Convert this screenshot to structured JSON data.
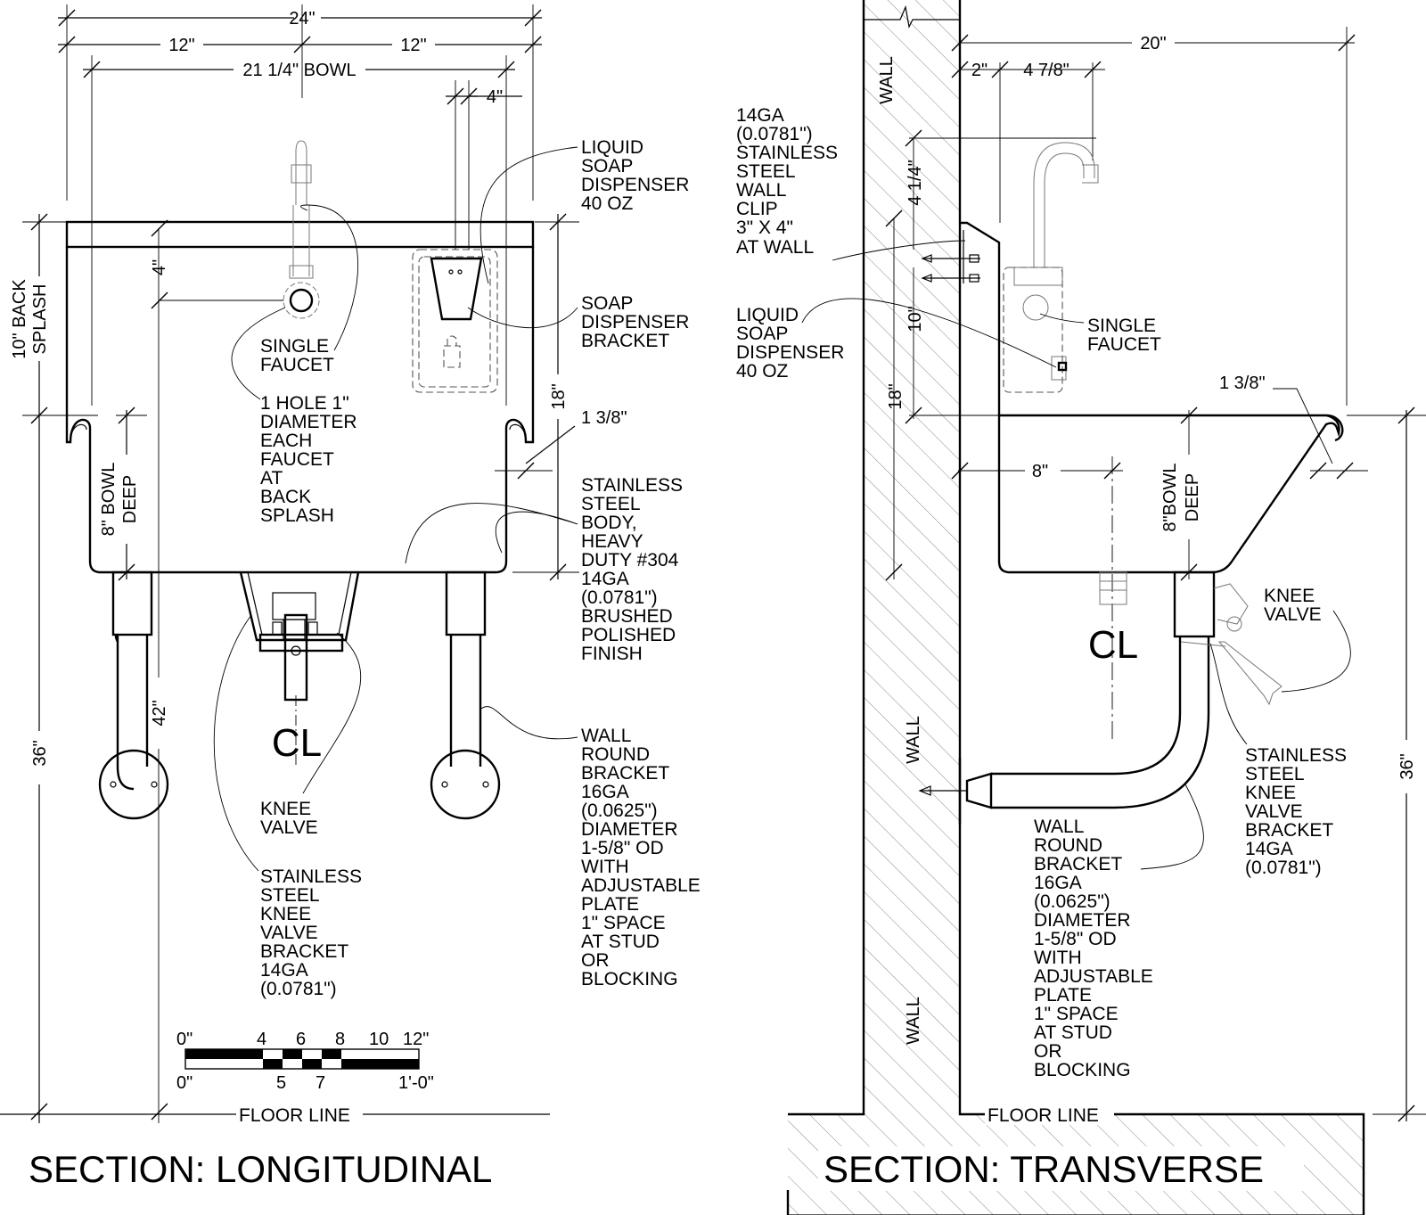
{
  "long": {
    "title": "SECTION: LONGITUDINAL",
    "dims": {
      "overall": "24\"",
      "half_left": "12\"",
      "half_right": "12\"",
      "bowl": "21 1/4\" BOWL",
      "soap_offset": "4\"",
      "faucet_drop": "4\"",
      "splash": [
        "10\" BACK",
        "SPLASH"
      ],
      "bowl_deep": [
        "8\" BOWL",
        "DEEP"
      ],
      "height_18": "18\"",
      "rim": "1 3/8\"",
      "height_42": "42\"",
      "height_36": "36\""
    },
    "notes": {
      "soap": [
        "LIQUID",
        "SOAP",
        "DISPENSER",
        "40 OZ"
      ],
      "soap_bracket": [
        "SOAP",
        "DISPENSER",
        "BRACKET"
      ],
      "faucet": [
        "SINGLE",
        "FAUCET"
      ],
      "hole": [
        "1 HOLE 1\"",
        "DIAMETER",
        "EACH",
        "FAUCET",
        "AT",
        "BACK",
        "SPLASH"
      ],
      "body": [
        "STAINLESS",
        "STEEL",
        "BODY,",
        "HEAVY",
        "DUTY #304",
        "14GA",
        "(0.0781\")",
        "BRUSHED",
        "POLISHED",
        "FINISH"
      ],
      "knee": [
        "KNEE",
        "VALVE"
      ],
      "knee_bracket": [
        "STAINLESS",
        "STEEL",
        "KNEE",
        "VALVE",
        "BRACKET",
        "14GA",
        "(0.0781\")"
      ],
      "wall_bracket": [
        "WALL",
        "ROUND",
        "BRACKET",
        "16GA",
        "(0.0625\")",
        "DIAMETER",
        "1-5/8\" OD",
        "WITH",
        "ADJUSTABLE",
        "PLATE",
        "1\" SPACE",
        "AT STUD",
        "OR",
        "BLOCKING"
      ]
    },
    "centerline": "CL",
    "floor": "FLOOR LINE",
    "scale": {
      "top": [
        "0\"",
        "4",
        "6",
        "8",
        "10",
        "12\""
      ],
      "bottom": [
        "0\"",
        "5",
        "7",
        "1'-0\""
      ]
    }
  },
  "trans": {
    "title": "SECTION: TRANSVERSE",
    "dims": {
      "depth": "20\"",
      "d2": "2\"",
      "d478": "4 7/8\"",
      "d414": "4 1/4\"",
      "d10": "10\"",
      "d18": "18\"",
      "rim": "1 3/8\"",
      "d8": "8\"",
      "bowl_deep": [
        "8\"BOWL",
        "DEEP"
      ],
      "d36": "36\""
    },
    "notes": {
      "clip": [
        "14GA",
        "(0.0781\")",
        "STAINLESS",
        "STEEL",
        "WALL",
        "CLIP",
        "3\" X 4\"",
        "AT WALL"
      ],
      "soap": [
        "LIQUID",
        "SOAP",
        "DISPENSER",
        "40 OZ"
      ],
      "faucet": [
        "SINGLE",
        "FAUCET"
      ],
      "knee": [
        "KNEE",
        "VALVE"
      ],
      "knee_bracket": [
        "STAINLESS",
        "STEEL",
        "KNEE",
        "VALVE",
        "BRACKET",
        "14GA",
        "(0.0781\")"
      ],
      "wall_bracket": [
        "WALL",
        "ROUND",
        "BRACKET",
        "16GA",
        "(0.0625\")",
        "DIAMETER",
        "1-5/8\" OD",
        "WITH",
        "ADJUSTABLE",
        "PLATE",
        "1\" SPACE",
        "AT STUD",
        "OR",
        "BLOCKING"
      ],
      "wall_top": "WALL",
      "wall_mid": "WALL",
      "wall_bot": "WALL"
    },
    "centerline": "CL",
    "floor": "FLOOR LINE"
  }
}
